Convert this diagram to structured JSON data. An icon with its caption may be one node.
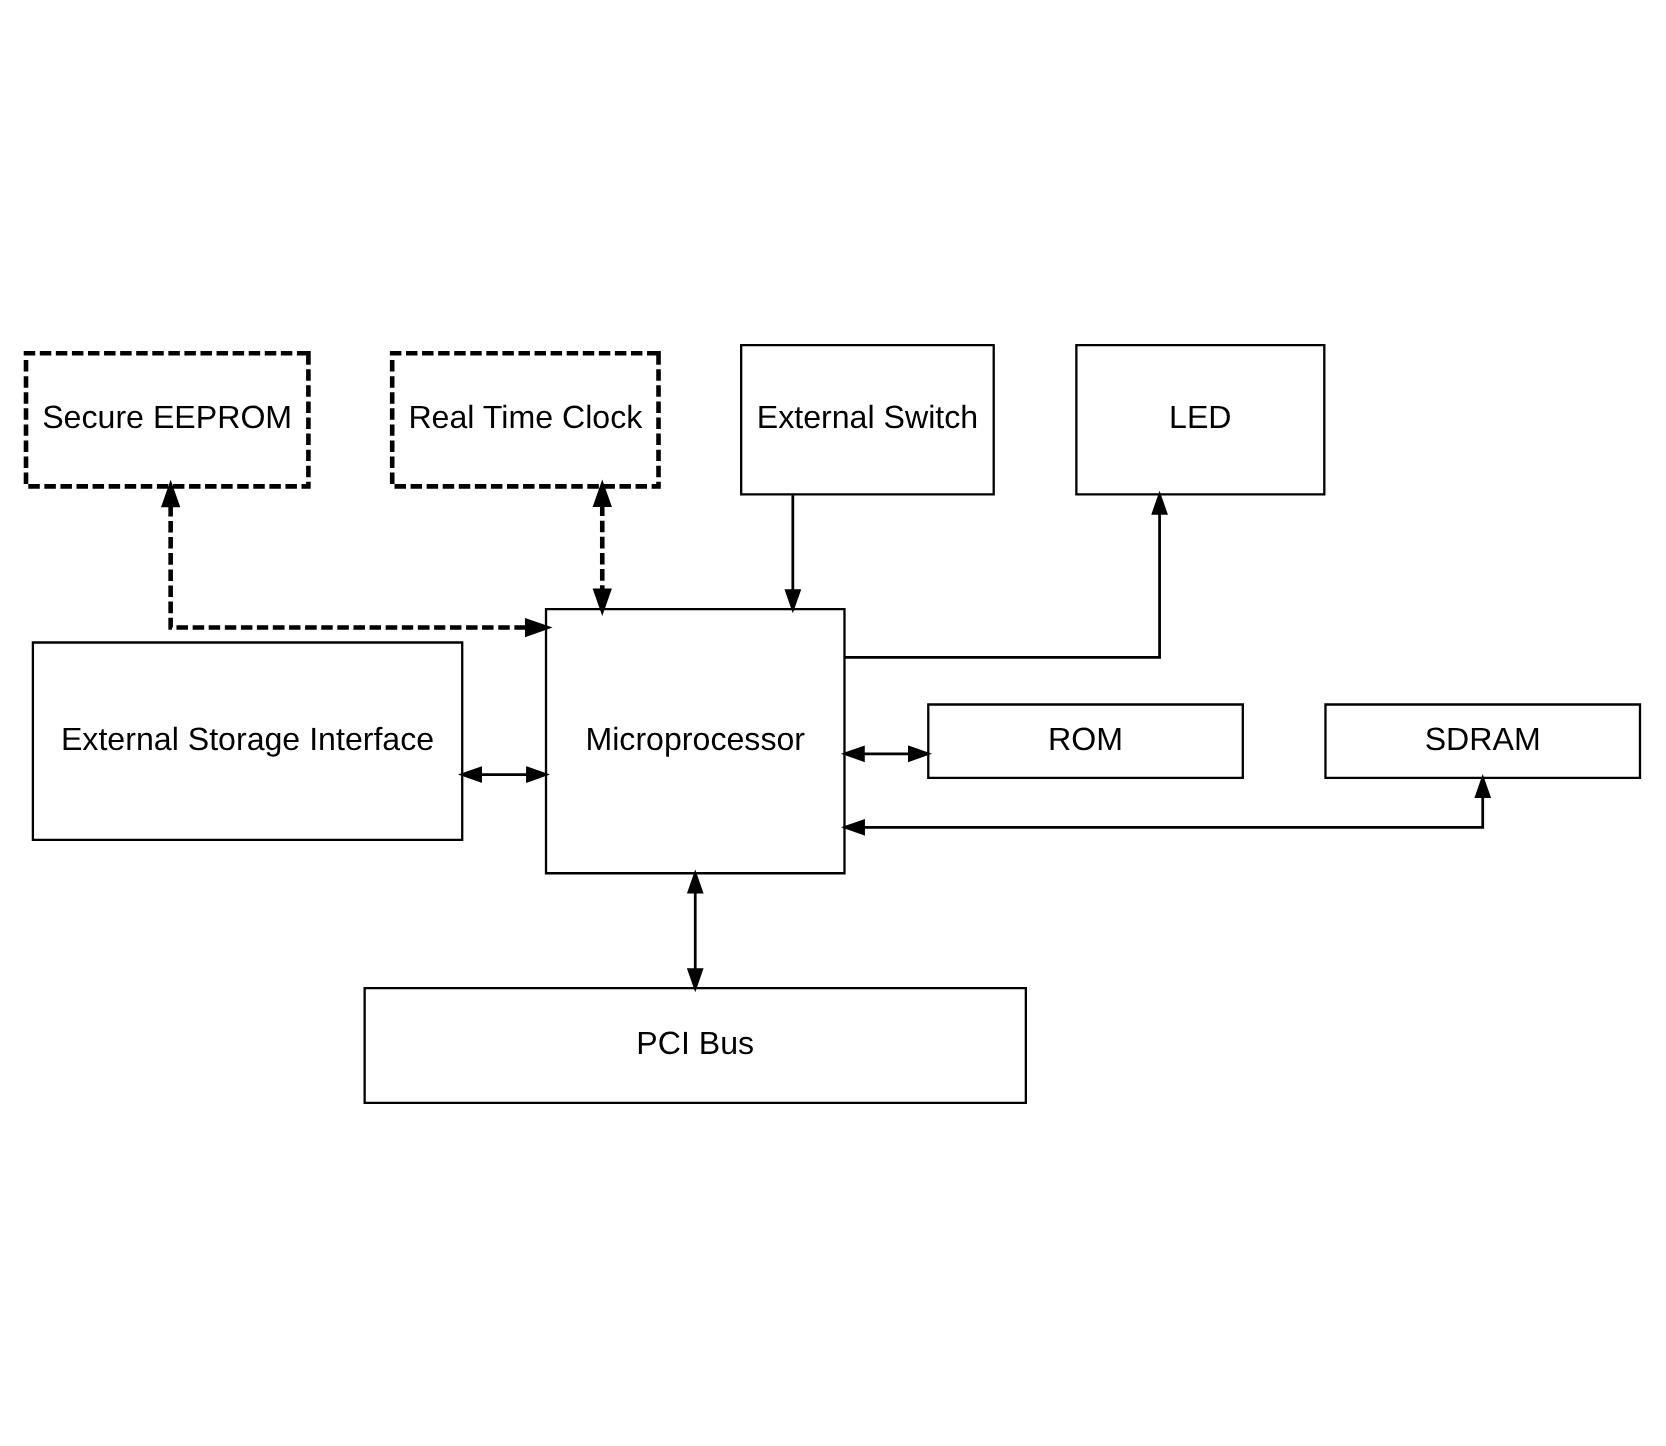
{
  "diagram": {
    "nodes": [
      {
        "text": [
          "Secure EEPROM"
        ]
      },
      {
        "text": [
          "Real Time Clock"
        ]
      },
      {
        "text": [
          "External Switch"
        ]
      },
      {
        "text": [
          "LED"
        ]
      },
      {
        "text": [
          "External Storage Interface"
        ]
      },
      {
        "text": [
          "Microprocessor"
        ]
      },
      {
        "text": [
          "ROM"
        ]
      },
      {
        "text": [
          "SDRAM"
        ]
      },
      {
        "text": [
          "PCI Bus"
        ]
      }
    ],
    "edges": [
      {
        "from": 5,
        "to": 0,
        "arrow": "both",
        "style": "dashed"
      },
      {
        "from": 5,
        "to": 1,
        "arrow": "both",
        "style": "dashed"
      },
      {
        "from": 2,
        "to": 5,
        "arrow": "to"
      },
      {
        "from": 5,
        "to": 3,
        "arrow": "to"
      },
      {
        "from": 4,
        "to": 5,
        "arrow": "both"
      },
      {
        "from": 5,
        "to": 6,
        "arrow": "both"
      },
      {
        "from": 5,
        "to": 7,
        "arrow": "both"
      },
      {
        "from": 5,
        "to": 8,
        "arrow": "both"
      }
    ]
  }
}
